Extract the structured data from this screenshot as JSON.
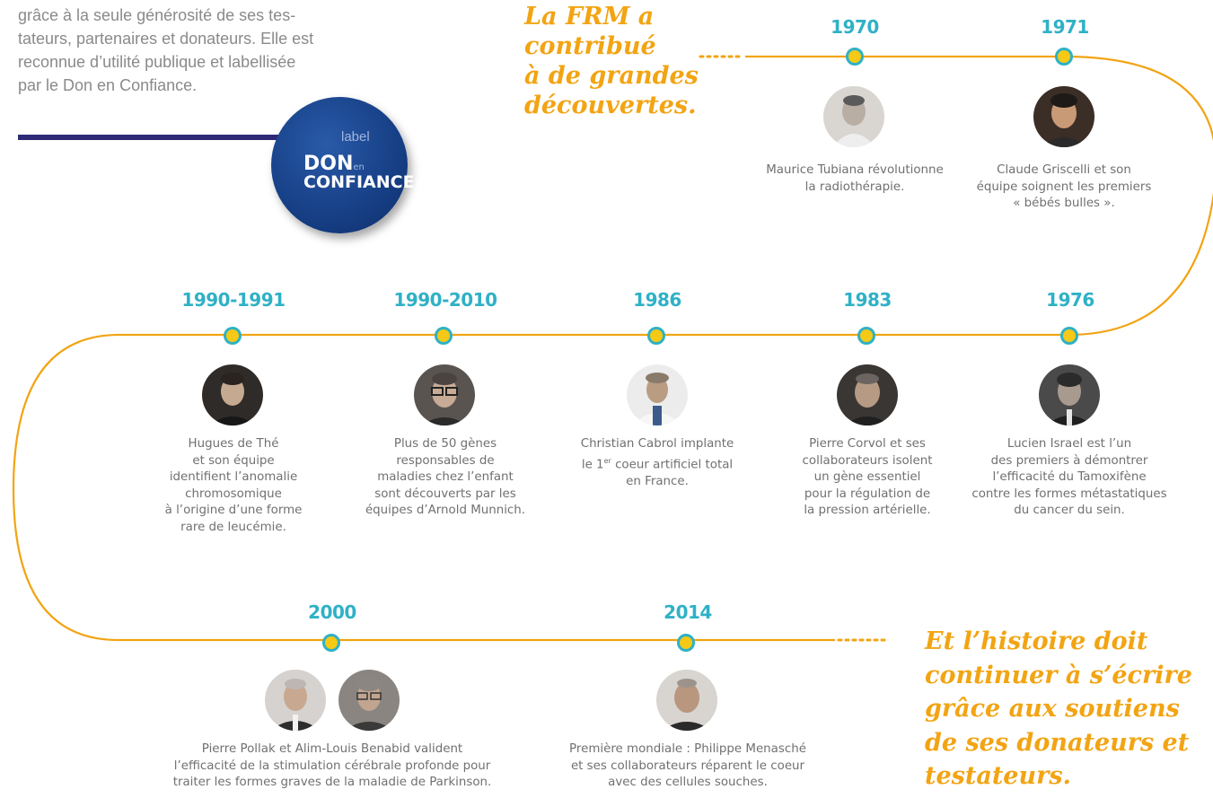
{
  "intro": {
    "lines": [
      "grâce à la seule générosité de ses tes-",
      "tateurs, partenaires et donateurs. Elle est",
      "reconnue d’utilité publique et labellisée",
      "par le Don en Confiance."
    ]
  },
  "seal": {
    "label": "label",
    "don": "DON",
    "en": "en",
    "confiance": "CONFIANCE"
  },
  "headline_top": [
    "La FRM a",
    "contribué",
    "à de grandes",
    "découvertes."
  ],
  "headline_bottom": [
    "Et l’histoire doit",
    "continuer à s’écrire",
    "grâce aux soutiens",
    "de ses donateurs et",
    "testateurs."
  ],
  "colors": {
    "accent_orange": "#f2a413",
    "teal": "#2fb1c6",
    "dot_yellow": "#f5c915",
    "navy": "#2f2a78"
  },
  "events": [
    {
      "year": "1970",
      "caption": [
        "Maurice Tubiana révolutionne",
        "la radiothérapie."
      ]
    },
    {
      "year": "1971",
      "caption": [
        "Claude Griscelli et son",
        "équipe soignent les premiers",
        "« bébés bulles »."
      ]
    },
    {
      "year": "1976",
      "caption": [
        "Lucien Israel est l’un",
        "des premiers à démontrer",
        "l’efficacité du Tamoxifène",
        "contre les formes métastatiques",
        "du cancer du sein."
      ]
    },
    {
      "year": "1983",
      "caption": [
        "Pierre Corvol et ses",
        "collaborateurs isolent",
        "un gène essentiel",
        "pour la régulation de",
        "la pression artérielle."
      ]
    },
    {
      "year": "1986",
      "caption": [
        "Christian Cabrol implante",
        "le 1er coeur artificiel total",
        "en France."
      ],
      "sup_word": "1er"
    },
    {
      "year": "1990-2010",
      "caption": [
        "Plus de 50 gènes",
        "responsables de",
        "maladies chez l’enfant",
        "sont découverts par les",
        "équipes d’Arnold Munnich."
      ]
    },
    {
      "year": "1990-1991",
      "caption": [
        "Hugues de Thé",
        "et son équipe",
        "identifient l’anomalie",
        "chromosomique",
        "à l’origine d’une forme",
        "rare de leucémie."
      ]
    },
    {
      "year": "2000",
      "caption": [
        "Pierre Pollak et Alim-Louis Benabid valident",
        "l’efficacité de la stimulation cérébrale profonde pour",
        "traiter les formes graves de la maladie de Parkinson."
      ]
    },
    {
      "year": "2014",
      "caption": [
        "Première mondiale : Philippe Menasché",
        "et ses collaborateurs réparent le coeur",
        "avec des cellules souches."
      ]
    }
  ]
}
